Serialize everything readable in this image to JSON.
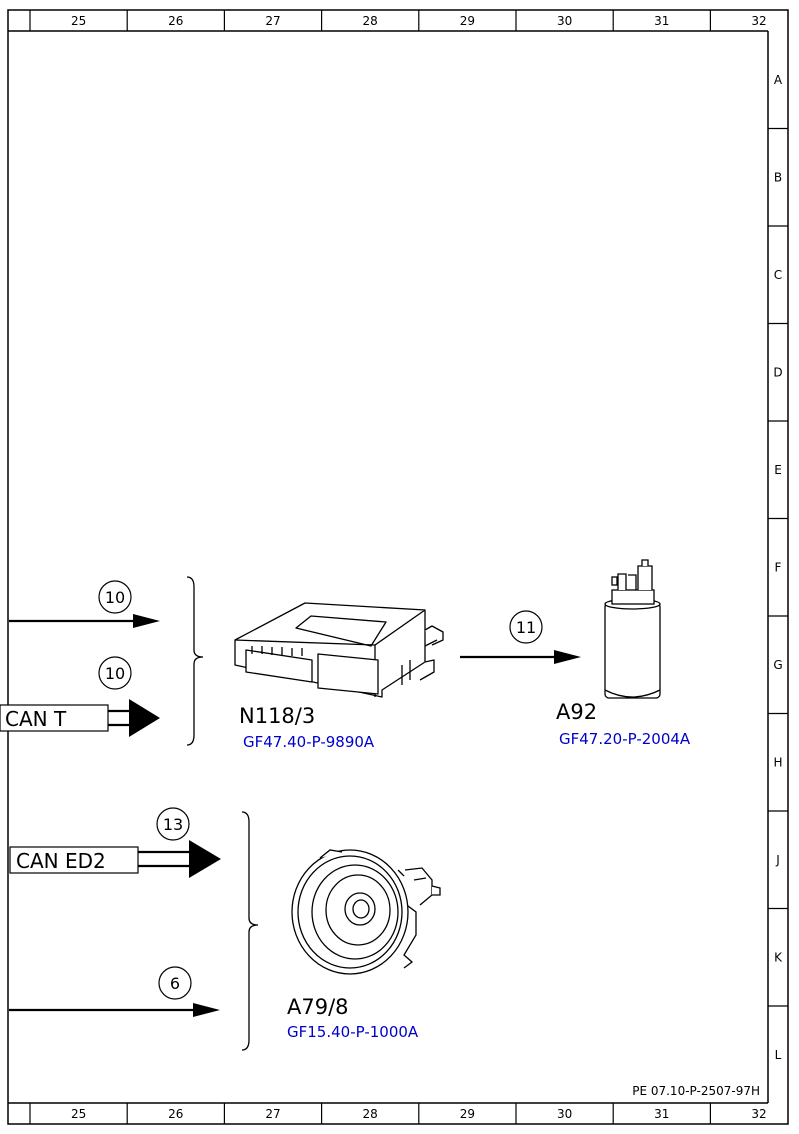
{
  "frame": {
    "columns": [
      "25",
      "26",
      "27",
      "28",
      "29",
      "30",
      "31",
      "32"
    ],
    "rows": [
      "A",
      "B",
      "C",
      "D",
      "E",
      "F",
      "G",
      "H",
      "J",
      "K",
      "L"
    ],
    "document_code": "PE 07.10-P-2507-97H"
  },
  "colors": {
    "line": "#000000",
    "link": "#0000cc",
    "background": "#ffffff"
  },
  "signals": [
    {
      "number": "10"
    },
    {
      "number": "10",
      "bus": "CAN T"
    },
    {
      "number": "11"
    },
    {
      "number": "13",
      "bus": "CAN ED2"
    },
    {
      "number": "6"
    }
  ],
  "components": [
    {
      "code": "N118/3",
      "ref": "GF47.40-P-9890A",
      "icon": "control-unit-icon"
    },
    {
      "code": "A92",
      "ref": "GF47.20-P-2004A",
      "icon": "fuel-pump-icon"
    },
    {
      "code": "A79/8",
      "ref": "GF15.40-P-1000A",
      "icon": "pyrotechnic-actuator-icon"
    }
  ]
}
